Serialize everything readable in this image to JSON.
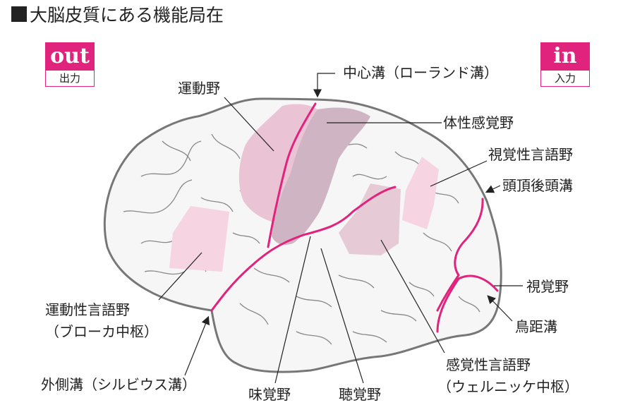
{
  "title": "大脳皮質にある機能局在",
  "tags": {
    "out": {
      "top": "out",
      "bottom": "出力"
    },
    "in": {
      "top": "in",
      "bottom": "入力"
    }
  },
  "labels": {
    "central_sulcus": "中心溝（ローランド溝）",
    "motor_area": "運動野",
    "somatosensory_area": "体性感覚野",
    "visual_language_area": "視覚性言語野",
    "parieto_occipital_sulcus": "頭頂後頭溝",
    "visual_area": "視覚野",
    "calcarine_sulcus": "鳥距溝",
    "motor_language_area": "運動性言語野",
    "broca": "（ブローカ中枢）",
    "lateral_sulcus": "外側溝（シルビウス溝）",
    "gustatory_area": "味覚野",
    "auditory_area": "聴覚野",
    "sensory_language_area": "感覚性言語野",
    "wernicke": "（ウェルニッケ中枢）"
  },
  "colors": {
    "accent": "#e0237c",
    "motor_fill": "#eac3d4",
    "somatosensory_fill": "#cfb4c3",
    "language_fill": "#f6d4e2",
    "wernicke_fill": "#e6cbd6",
    "brain_fill": "#f6f6f6",
    "outline": "#777777"
  }
}
